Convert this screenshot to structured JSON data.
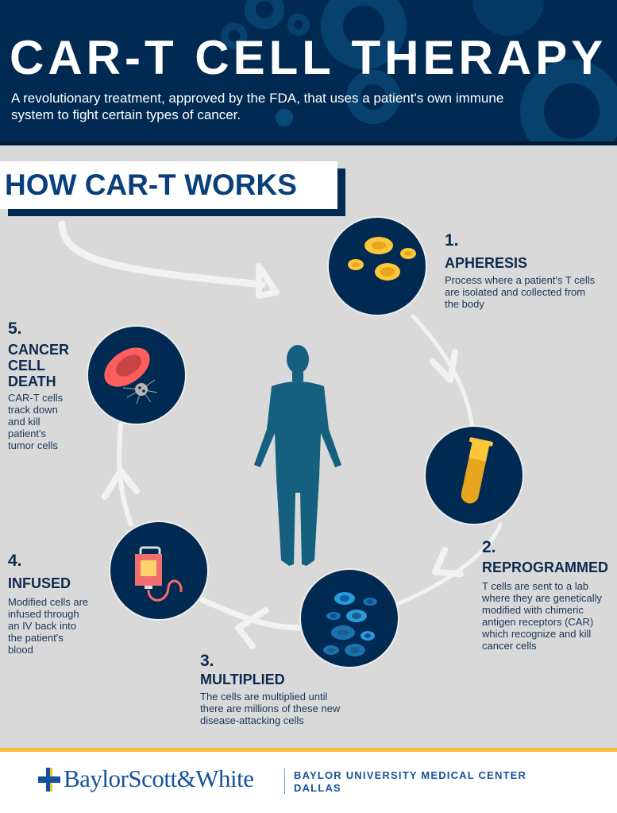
{
  "header": {
    "title": "CAR-T CELL THERAPY",
    "subtitle": "A revolutionary treatment, approved by the FDA, that uses a patient's own immune system to fight certain types of cancer."
  },
  "section_title": "HOW CAR-T WORKS",
  "steps": [
    {
      "number": "1.",
      "title": "APHERESIS",
      "description": "Process where a patient's T cells are isolated and collected from the body",
      "icon": "blood-cells-icon"
    },
    {
      "number": "2.",
      "title": "REPROGRAMMED",
      "description": "T cells are sent to a lab where they are genetically modified with chimeric antigen receptors (CAR) which recognize and kill cancer cells",
      "icon": "test-tube-icon"
    },
    {
      "number": "3.",
      "title": "MULTIPLIED",
      "description": "The cells are multiplied until there are millions of these new disease-attacking cells",
      "icon": "multiplied-cells-icon"
    },
    {
      "number": "4.",
      "title": "INFUSED",
      "description": "Modified cells are infused through an IV back into the patient's blood",
      "icon": "iv-bag-icon"
    },
    {
      "number": "5.",
      "title": "CANCER CELL DEATH",
      "description": "CAR-T cells track down and kill patient's tumor cells",
      "icon": "cancer-cell-icon"
    }
  ],
  "footer": {
    "logo": "BaylorScott&White",
    "center_line1": "BAYLOR UNIVERSITY MEDICAL CENTER",
    "center_line2": "DALLAS"
  },
  "colors": {
    "navy": "#012a52",
    "accent_blue": "#0a3f7d",
    "yellow": "#f7bf3f",
    "teal": "#14607e",
    "background": "#d9d9d9"
  }
}
